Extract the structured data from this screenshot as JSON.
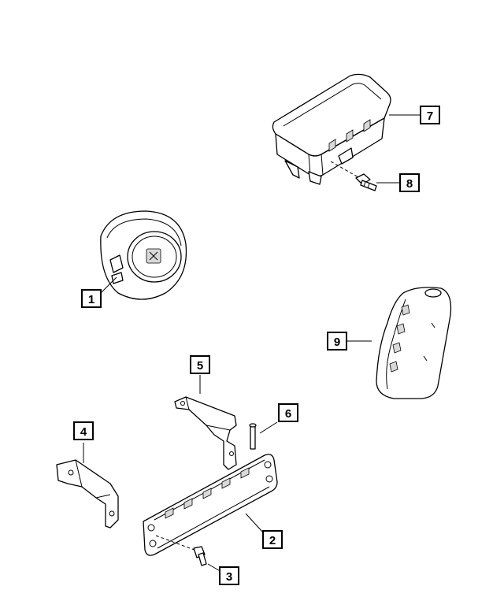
{
  "callouts": [
    {
      "id": "1",
      "label": "1"
    },
    {
      "id": "2",
      "label": "2"
    },
    {
      "id": "3",
      "label": "3"
    },
    {
      "id": "4",
      "label": "4"
    },
    {
      "id": "5",
      "label": "5"
    },
    {
      "id": "6",
      "label": "6"
    },
    {
      "id": "7",
      "label": "7"
    },
    {
      "id": "8",
      "label": "8"
    },
    {
      "id": "9",
      "label": "9"
    }
  ],
  "parts": {
    "steering_wheel_airbag": "steering-wheel-airbag",
    "knee_airbag": "knee-airbag",
    "knee_airbag_bolt": "bolt",
    "left_bracket": "bracket",
    "upper_bracket": "bracket",
    "knee_airbag_stud": "stud",
    "passenger_airbag": "passenger-airbag",
    "passenger_airbag_bolt": "bolt",
    "seat_airbag": "seat-airbag"
  }
}
